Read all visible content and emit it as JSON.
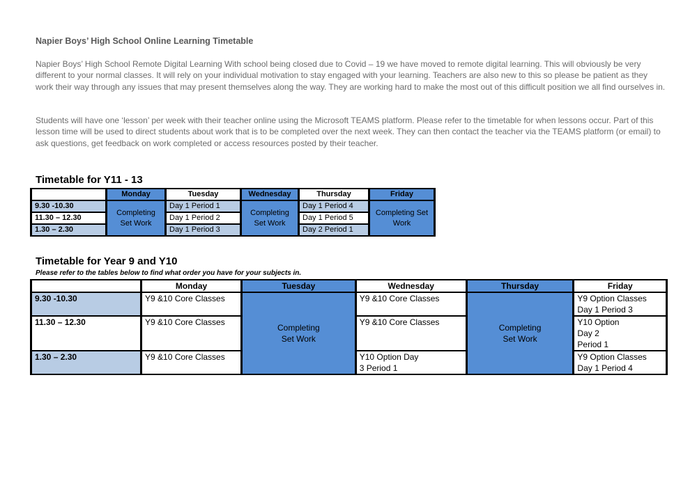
{
  "title": "Napier Boys’ High School Online Learning Timetable",
  "intro": "Napier Boys’ High School Remote Digital Learning With school being closed due to Covid – 19 we have moved to remote digital learning. This will obviously be very different to your normal classes. It will rely on your individual motivation to stay engaged with your learning. Teachers are also new to this so please be patient as they work their way through any issues that may present themselves along the way. They are working hard to make the most out of this difficult position we all find ourselves in.",
  "lesson": "Students will have one ‘lesson’ per week with their teacher online using the Microsoft TEAMS platform. Please refer to the timetable for when lessons occur. Part of this lesson time will be used to direct students about work that is to be completed over the next week. They can then contact the teacher via the TEAMS platform (or email) to ask questions, get feedback on work completed or access resources posted by their teacher.",
  "t1": {
    "heading": "Timetable for Y11 - 13",
    "days": [
      "Monday",
      "Tuesday",
      "Wednesday",
      "Thursday",
      "Friday"
    ],
    "times": [
      "9.30 -10.30",
      "11.30 – 12.30",
      "1.30 – 2.30"
    ],
    "set_work": "Completing Set Work",
    "tuesday": [
      "Day 1 Period 1",
      "Day 1 Period 2",
      "Day 1 Period 3"
    ],
    "thursday": [
      "Day 1 Period 4",
      "Day 1 Period 5",
      "Day 2 Period 1"
    ]
  },
  "t2": {
    "heading": "Timetable for Year 9 and Y10",
    "note": "Please refer to the tables below to find what order you have for your subjects in.",
    "days": [
      "Monday",
      "Tuesday",
      "Wednesday",
      "Thursday",
      "Friday"
    ],
    "times": [
      "9.30 -10.30",
      "11.30 – 12.30",
      "1.30 – 2.30"
    ],
    "set_work": "Completing Set Work",
    "monday": [
      "Y9 &10 Core Classes",
      "Y9 &10 Core Classes",
      "Y9 &10 Core Classes"
    ],
    "wednesday": [
      "Y9 &10 Core Classes",
      "Y9 &10 Core Classes",
      "Y10 Option Day 3 Period 1"
    ],
    "friday": [
      "Y9 Option Classes Day 1 Period 3",
      "Y10 Option Day 2 Period 1",
      "Y9 Option Classes Day 1 Period 4"
    ]
  },
  "colors": {
    "blue": "#558ed5",
    "light_blue": "#b8cce4"
  }
}
